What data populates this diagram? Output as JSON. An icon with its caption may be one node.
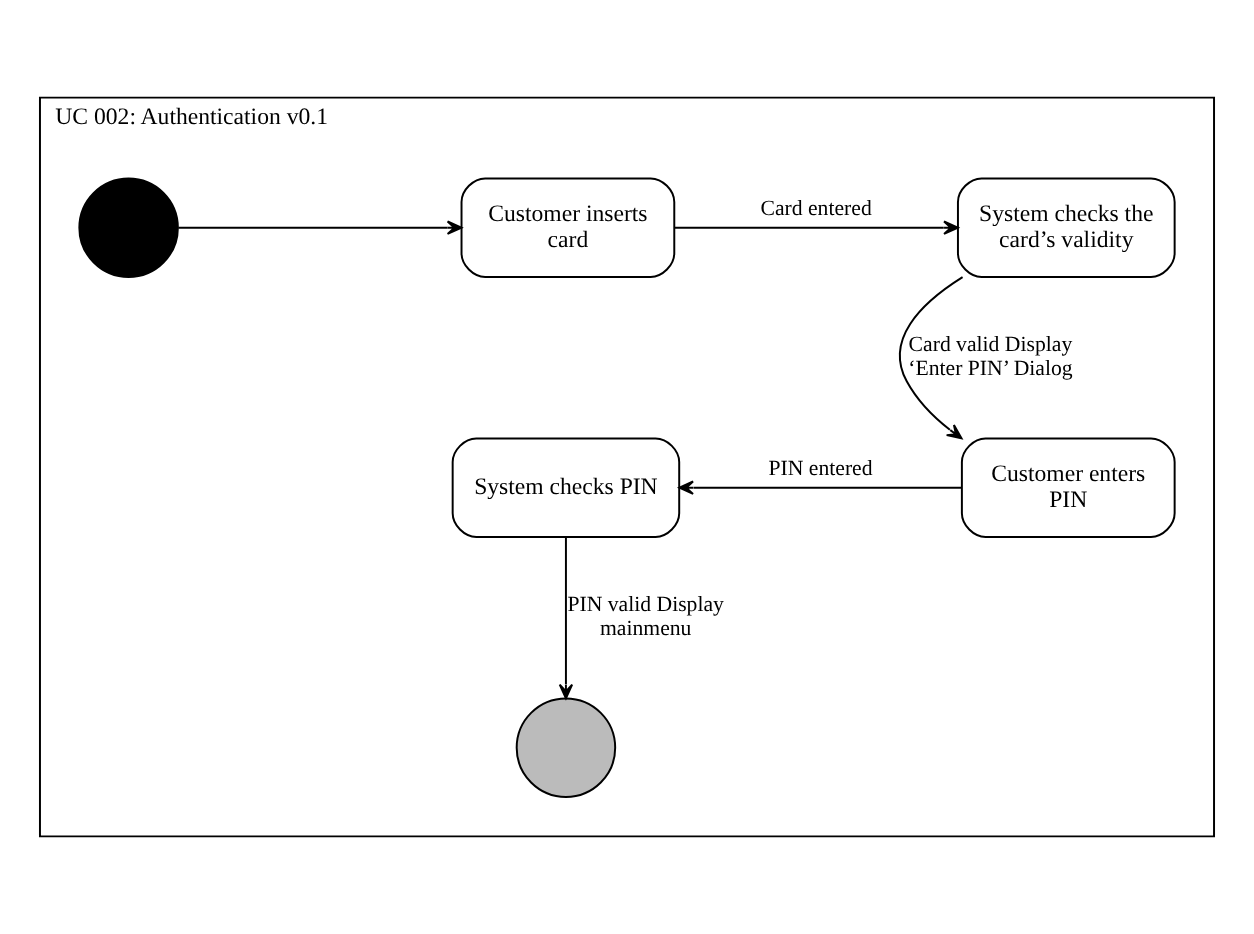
{
  "diagram": {
    "nodes": [
      {
        "text": [
          "UC 002: Authentication v0.1"
        ]
      },
      {
        "text": [],
        "shape": "circle",
        "in": 0
      },
      {
        "text": [
          "Customer inserts card"
        ],
        "in": 0
      },
      {
        "text": [
          "System checks the card’s validity"
        ],
        "in": 0
      },
      {
        "text": [
          "System checks PIN"
        ],
        "in": 0
      },
      {
        "text": [
          "Customer enters PIN"
        ],
        "in": 0
      },
      {
        "text": [],
        "shape": "circle",
        "in": 0
      }
    ],
    "edges": [
      {
        "from": 1,
        "to": 2,
        "arrow": "to"
      },
      {
        "from": 2,
        "to": 3,
        "arrow": "to",
        "label": "Card entered"
      },
      {
        "from": 3,
        "to": 5,
        "arrow": "to",
        "label": "Card valid Display ‘Enter PIN’ Dialog"
      },
      {
        "from": 5,
        "to": 4,
        "arrow": "to",
        "label": "PIN entered"
      },
      {
        "from": 4,
        "to": 6,
        "arrow": "to",
        "label": "PIN valid Display mainmenu"
      }
    ]
  }
}
